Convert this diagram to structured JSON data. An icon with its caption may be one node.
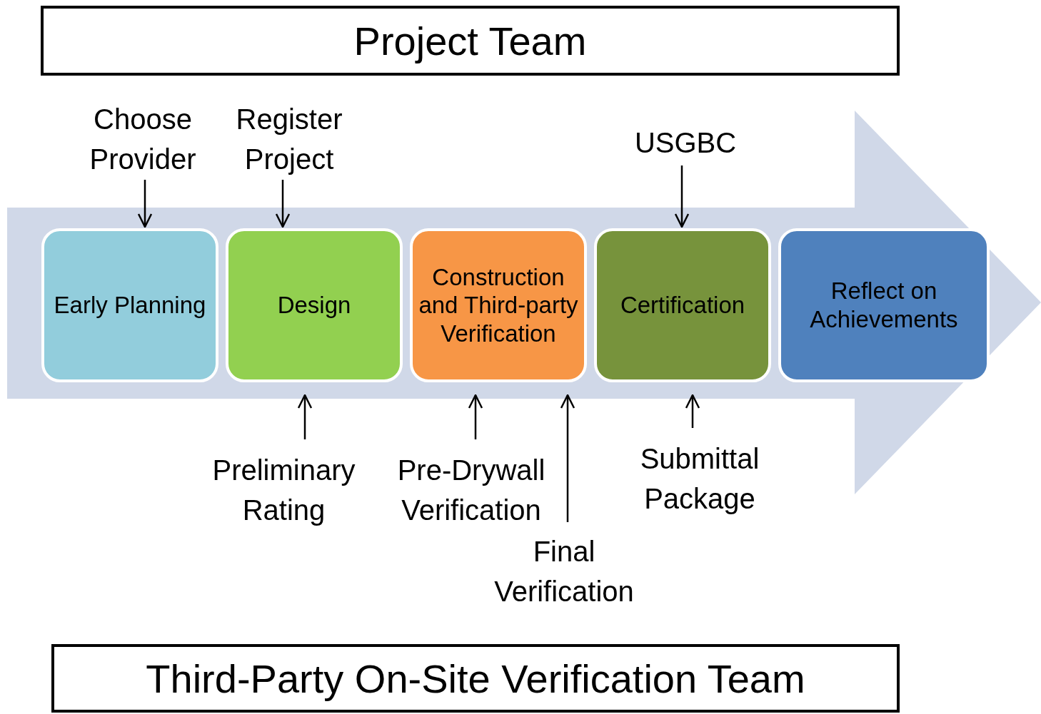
{
  "diagram": {
    "nodes": [
      {
        "text": [
          "Project Team"
        ]
      },
      {
        "text": [],
        "shape": "arrow"
      },
      {
        "text": [
          "Early Planning"
        ],
        "in": 1
      },
      {
        "text": [
          "Design"
        ],
        "in": 1
      },
      {
        "text": [
          "Construction and Third-party Verification"
        ],
        "in": 1
      },
      {
        "text": [
          "Certification"
        ],
        "in": 1
      },
      {
        "text": [
          "Reflect on Achievements"
        ],
        "in": 1
      },
      {
        "text": [
          "Choose Provider"
        ]
      },
      {
        "text": [
          "Register Project"
        ]
      },
      {
        "text": [
          "USGBC"
        ]
      },
      {
        "text": [
          "Preliminary Rating"
        ]
      },
      {
        "text": [
          "Pre-Drywall Verification"
        ]
      },
      {
        "text": [
          "Final Verification"
        ]
      },
      {
        "text": [
          "Submittal Package"
        ]
      },
      {
        "text": [
          "Third-Party On-Site Verification Team"
        ]
      }
    ],
    "edges": [
      {
        "from": 7,
        "to": 2,
        "arrow": "to"
      },
      {
        "from": 8,
        "to": 3,
        "arrow": "to"
      },
      {
        "from": 9,
        "to": 5,
        "arrow": "to"
      },
      {
        "from": 10,
        "to": 3,
        "arrow": "to"
      },
      {
        "from": 11,
        "to": 4,
        "arrow": "to"
      },
      {
        "from": 12,
        "to": 4,
        "arrow": "to"
      },
      {
        "from": 13,
        "to": 5,
        "arrow": "to"
      }
    ]
  }
}
